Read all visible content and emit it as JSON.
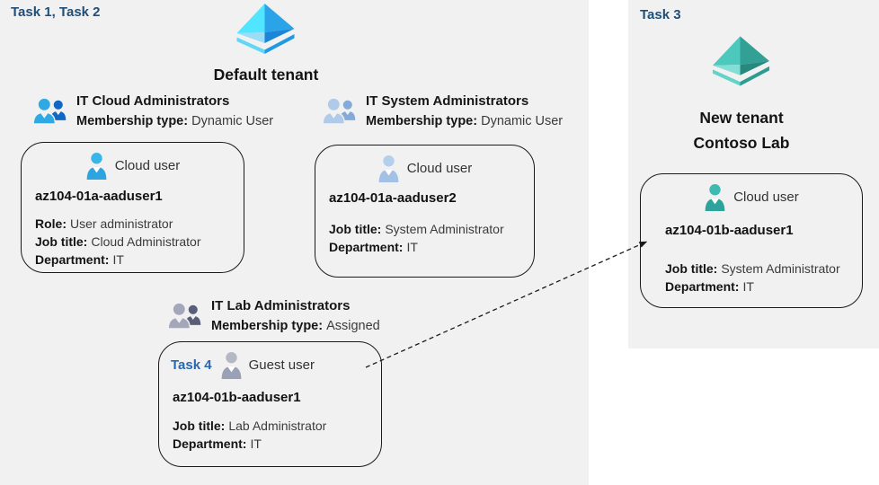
{
  "colors": {
    "panel_background": "#f1f1f1",
    "task_label_blue": "#1f4e79",
    "task4_label_blue": "#2a67ad",
    "card_border": "#1a1a1a",
    "arrow_black": "#1a1a1a",
    "azure_tenant_light": "#50e6ff",
    "azure_tenant_blue": "#2ba3e8",
    "azure_tenant_dark": "#1b86d8",
    "new_tenant_teal_light": "#85ded5",
    "new_tenant_teal": "#33a096",
    "new_tenant_teal_dark": "#27897e",
    "cloud_user_blue": "#2ba4e0",
    "cloud_user_steel": "#a2c1e4",
    "guest_user_gray": "#9aa0b5",
    "cloud_user_teal": "#2da49b",
    "group_blue_front": "#2fa9e3",
    "group_blue_back": "#1168c4",
    "group_steel_front": "#b0cbe9",
    "group_steel_back": "#84aad8",
    "group_gray_front": "#a4a7b9",
    "group_gray_back": "#595e79"
  },
  "icons": {
    "tenant": "azure-ad-pyramid-icon",
    "group": "two-person-group-icon",
    "user": "person-icon"
  },
  "left_panel": {
    "task_label": "Task 1, Task 2",
    "tenant_name": "Default tenant",
    "groups": [
      {
        "name": "IT Cloud Administrators",
        "membership_label": "Membership type:",
        "membership_value": "Dynamic User",
        "card": {
          "user_type": "Cloud user",
          "username": "az104-01a-aaduser1",
          "attributes": [
            {
              "label": "Role:",
              "value": "User administrator"
            },
            {
              "label": "Job title:",
              "value": "Cloud Administrator"
            },
            {
              "label": "Department:",
              "value": "IT"
            }
          ]
        }
      },
      {
        "name": "IT System Administrators",
        "membership_label": "Membership type:",
        "membership_value": "Dynamic User",
        "card": {
          "user_type": "Cloud user",
          "username": "az104-01a-aaduser2",
          "attributes": [
            {
              "label": "Job title:",
              "value": "System Administrator"
            },
            {
              "label": "Department:",
              "value": "IT"
            }
          ]
        }
      },
      {
        "name": "IT Lab Administrators",
        "membership_label": "Membership type:",
        "membership_value": "Assigned",
        "card": {
          "task_label": "Task 4",
          "user_type": "Guest user",
          "username": "az104-01b-aaduser1",
          "attributes": [
            {
              "label": "Job title:",
              "value": "Lab Administrator"
            },
            {
              "label": "Department:",
              "value": "IT"
            }
          ]
        }
      }
    ]
  },
  "right_panel": {
    "task_label": "Task 3",
    "tenant_name_line1": "New tenant",
    "tenant_name_line2": "Contoso Lab",
    "card": {
      "user_type": "Cloud user",
      "username": "az104-01b-aaduser1",
      "attributes": [
        {
          "label": "Job title:",
          "value": "System Administrator"
        },
        {
          "label": "Department:",
          "value": "IT"
        }
      ]
    }
  }
}
